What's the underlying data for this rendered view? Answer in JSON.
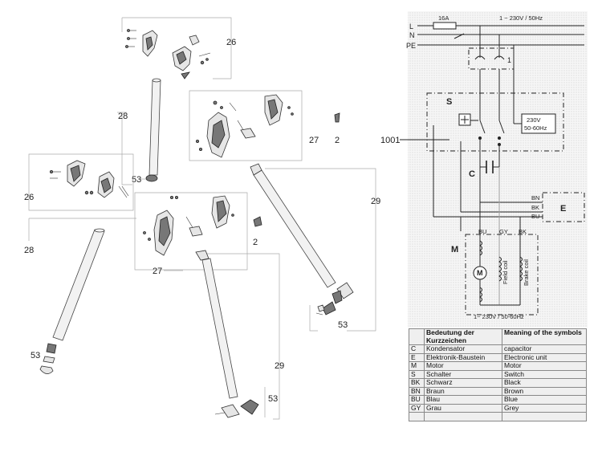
{
  "callouts": {
    "c26_top": "26",
    "c28_upper": "28",
    "c53_upper": "53",
    "c27_right": "27",
    "c2_right": "2",
    "c26_left": "26",
    "c29_right": "29",
    "c2_mid": "2",
    "c27_mid": "27",
    "c28_lower": "28",
    "c53_lower_left": "53",
    "c53_right": "53",
    "c29_lower": "29",
    "c53_lower": "53",
    "c1001": "1001"
  },
  "schematic": {
    "fuse": "16A",
    "supply": "1 ~ 230V / 50Hz",
    "lines": [
      "L",
      "N",
      "PE"
    ],
    "connector_num": "1",
    "switch": "S",
    "electronic_box": [
      "230V",
      "50-60Hz"
    ],
    "capacitor": "C",
    "unit": "E",
    "e_leads": [
      "BN",
      "BK",
      "BU"
    ],
    "motor": "M",
    "motor_symbol": "M",
    "motor_leads": [
      "BU",
      "GY",
      "BK"
    ],
    "coil1": "Field coil",
    "coil2": "Brake coil",
    "motor_supply": "1~ 230V / 50-60Hz"
  },
  "legend": {
    "headers": [
      "",
      "Bedeutung der Kurzzeichen",
      "Meaning of the symbols"
    ],
    "rows": [
      [
        "C",
        "Kondensator",
        "capacitor"
      ],
      [
        "E",
        "Elektronik-Baustein",
        "Electronic unit"
      ],
      [
        "M",
        "Motor",
        "Motor"
      ],
      [
        "S",
        "Schalter",
        "Switch"
      ],
      [
        "BK",
        "Schwarz",
        "Black"
      ],
      [
        "BN",
        "Braun",
        "Brown"
      ],
      [
        "BU",
        "Blau",
        "Blue"
      ],
      [
        "GY",
        "Grau",
        "Grey"
      ],
      [
        "",
        "",
        ""
      ]
    ]
  }
}
